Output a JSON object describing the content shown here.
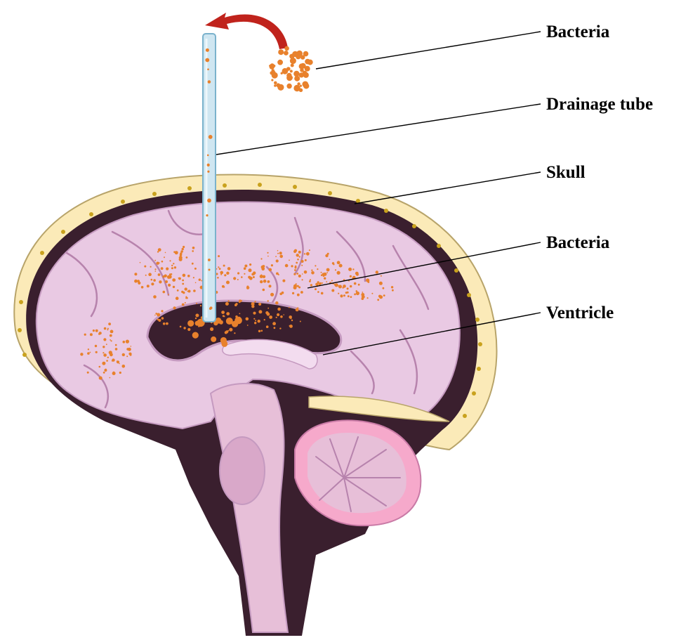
{
  "labels": {
    "bacteria_top": "Bacteria",
    "drainage_tube": "Drainage tube",
    "skull": "Skull",
    "bacteria_brain": "Bacteria",
    "ventricle": "Ventricle"
  },
  "colors": {
    "skull_fill": "#fbeab8",
    "skull_dots": "#c9a21e",
    "dark_tissue": "#3a1f2e",
    "brain_fill": "#e9c9e3",
    "brain_light": "#f3dcef",
    "brain_stroke": "#c59ac0",
    "cerebellum_pink": "#f6a9cb",
    "bacteria": "#e8812c",
    "tube_fill": "#cfe6f1",
    "tube_stroke": "#7ab2cc",
    "arrow": "#c0231c",
    "leader_line": "#000000"
  },
  "icons": {
    "arrow": "curved-arrow-icon",
    "bacteria_cluster": "bacteria-cluster-icon"
  }
}
